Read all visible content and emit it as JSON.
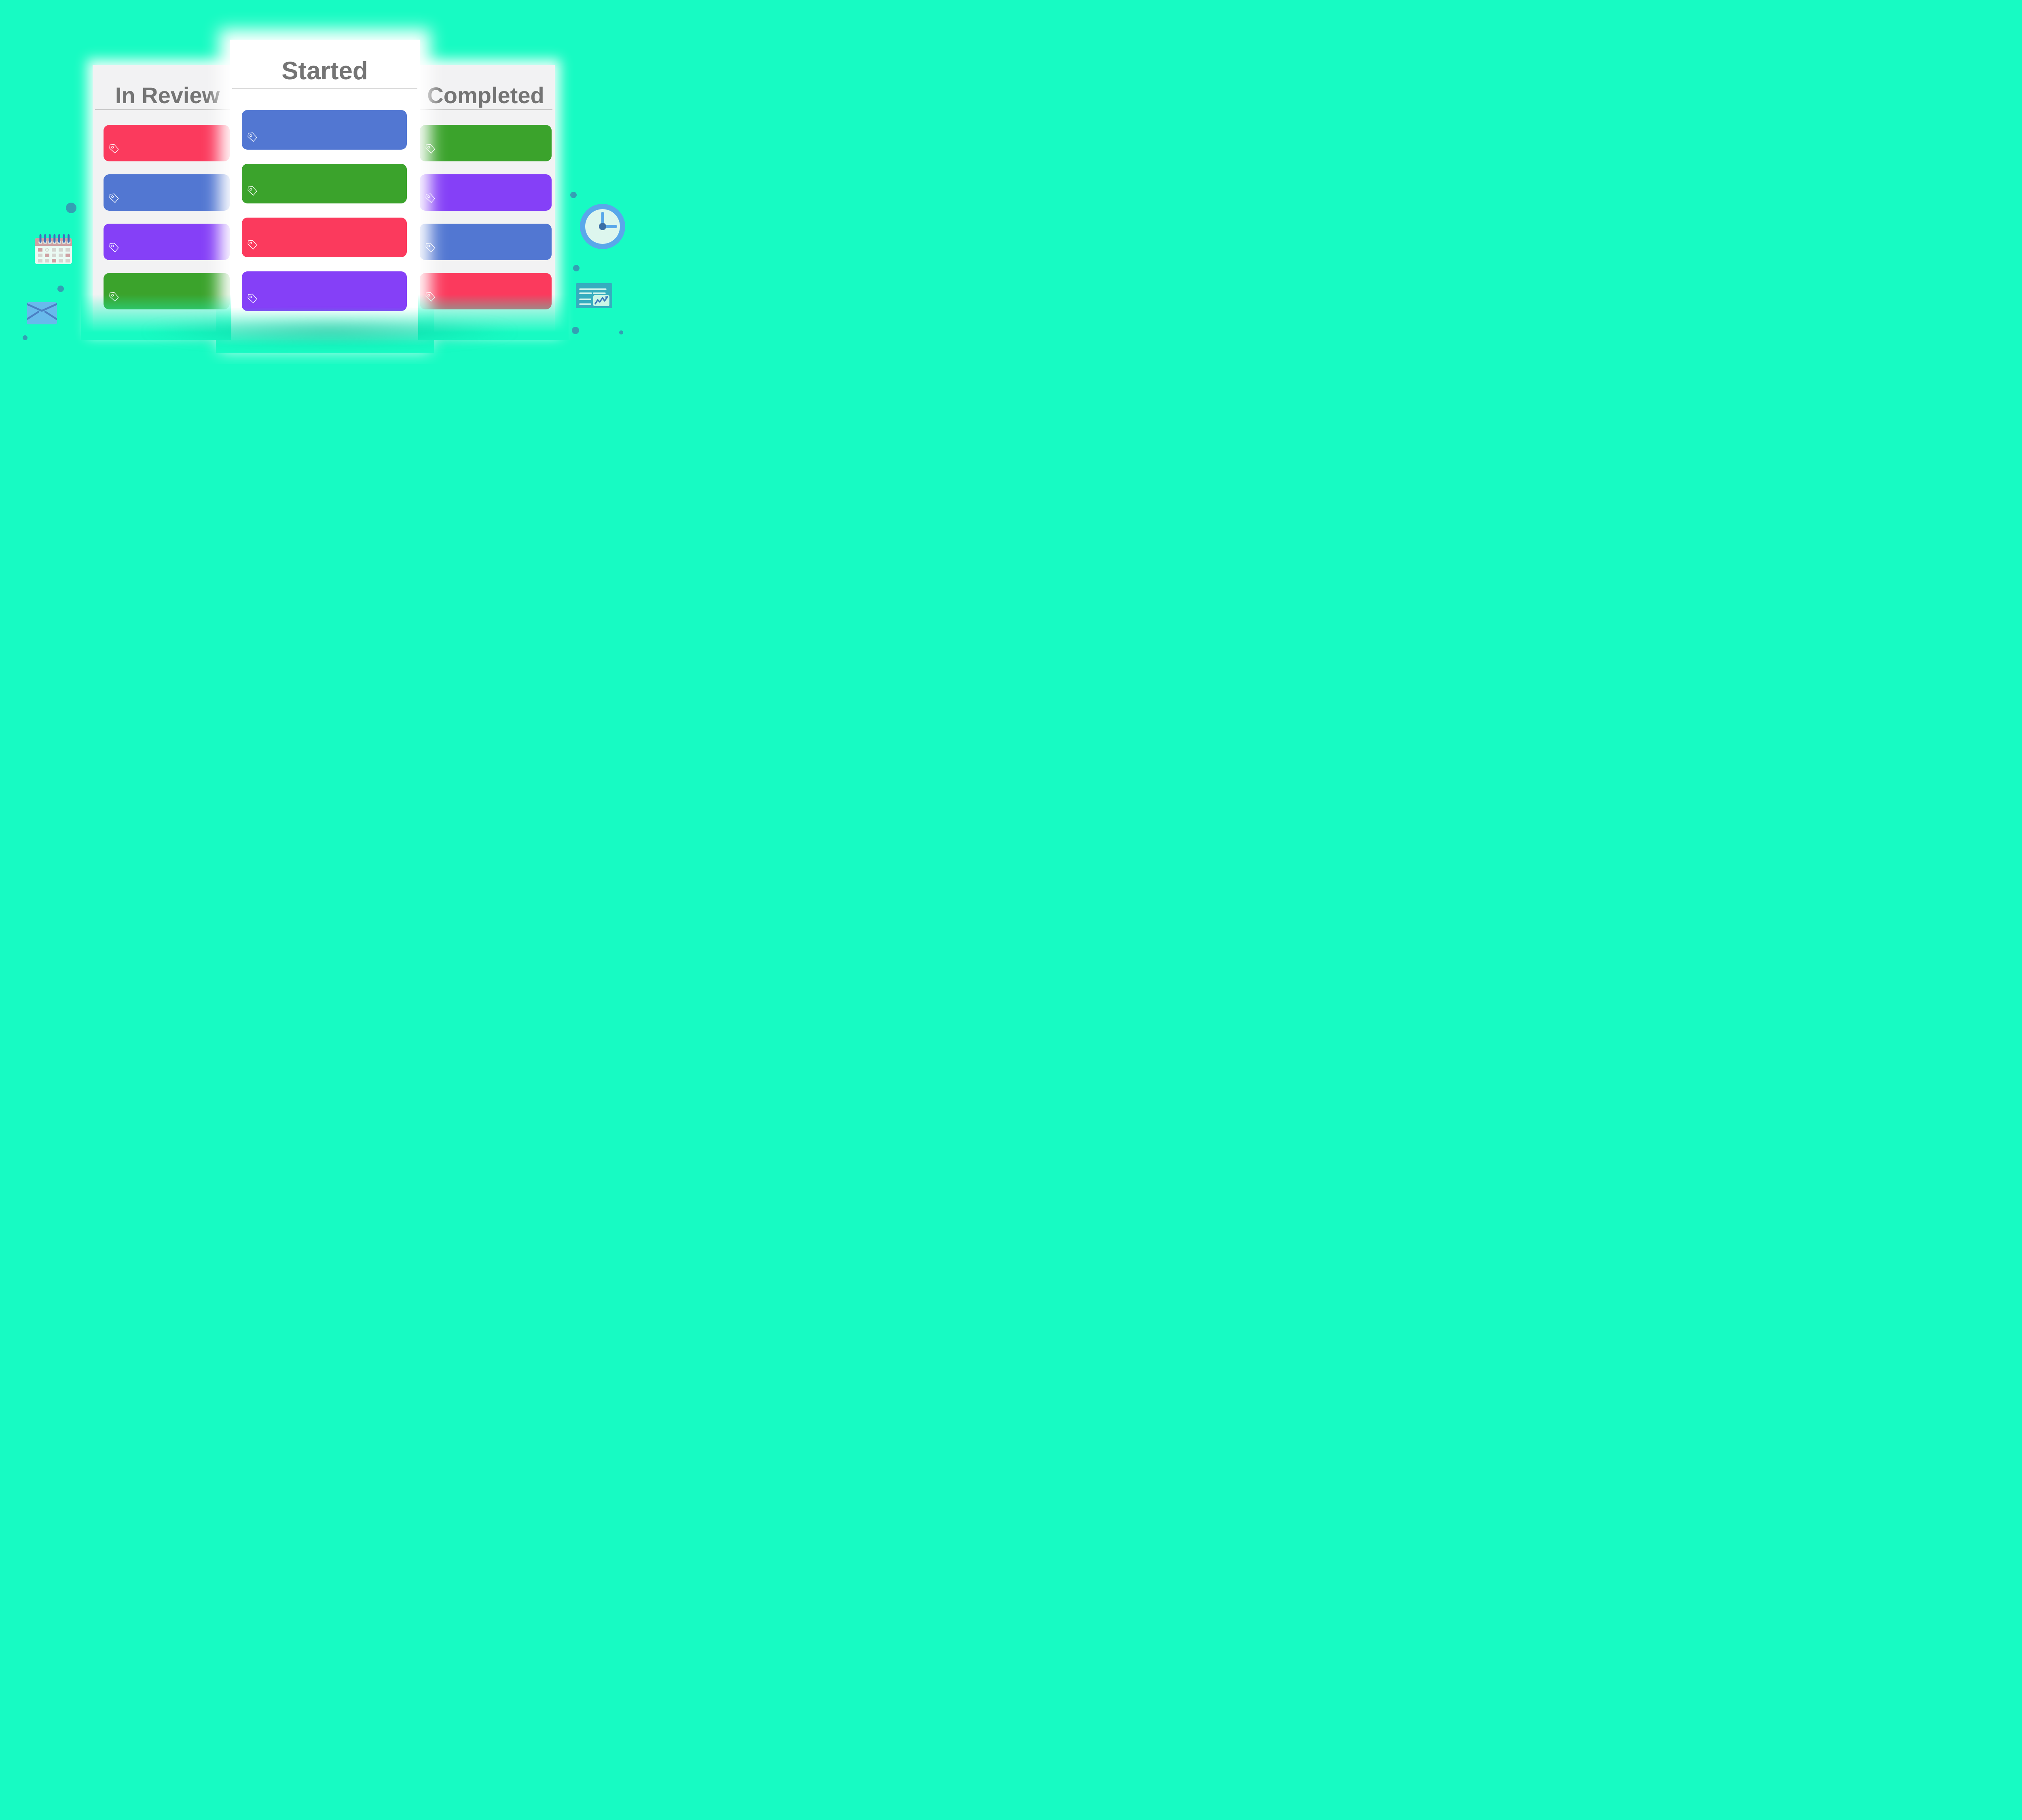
{
  "board": {
    "columns": [
      {
        "id": "in-review",
        "title": "In Review",
        "cards": [
          {
            "color": "#fb3a5d",
            "color_name": "red"
          },
          {
            "color": "#5277d2",
            "color_name": "blue"
          },
          {
            "color": "#8540f7",
            "color_name": "purple"
          },
          {
            "color": "#3ba32c",
            "color_name": "green"
          }
        ]
      },
      {
        "id": "started",
        "title": "Started",
        "cards": [
          {
            "color": "#5277d2",
            "color_name": "blue"
          },
          {
            "color": "#3ba32c",
            "color_name": "green"
          },
          {
            "color": "#fb3a5d",
            "color_name": "red"
          },
          {
            "color": "#8540f7",
            "color_name": "purple"
          }
        ]
      },
      {
        "id": "completed",
        "title": "Completed",
        "cards": [
          {
            "color": "#3ba32c",
            "color_name": "green"
          },
          {
            "color": "#8540f7",
            "color_name": "purple"
          },
          {
            "color": "#5277d2",
            "color_name": "blue"
          },
          {
            "color": "#fb3a5d",
            "color_name": "red"
          }
        ]
      }
    ]
  },
  "theme": {
    "css_vars": {
      "bg": "#17fbc3",
      "dot": "#339fb3",
      "panel-side": "#f2f2f3",
      "panel-started": "#ffffff",
      "header-text": "#747474",
      "divider": "#c9c9c9",
      "shadow": "rgba(0,160,128,0.45)"
    },
    "card_tag_outline": "#ffffff"
  },
  "decorations": {
    "icons": [
      {
        "name": "calendar-icon"
      },
      {
        "name": "envelope-icon"
      },
      {
        "name": "clock-icon"
      },
      {
        "name": "report-chart-icon"
      }
    ],
    "dot_count": 7
  }
}
